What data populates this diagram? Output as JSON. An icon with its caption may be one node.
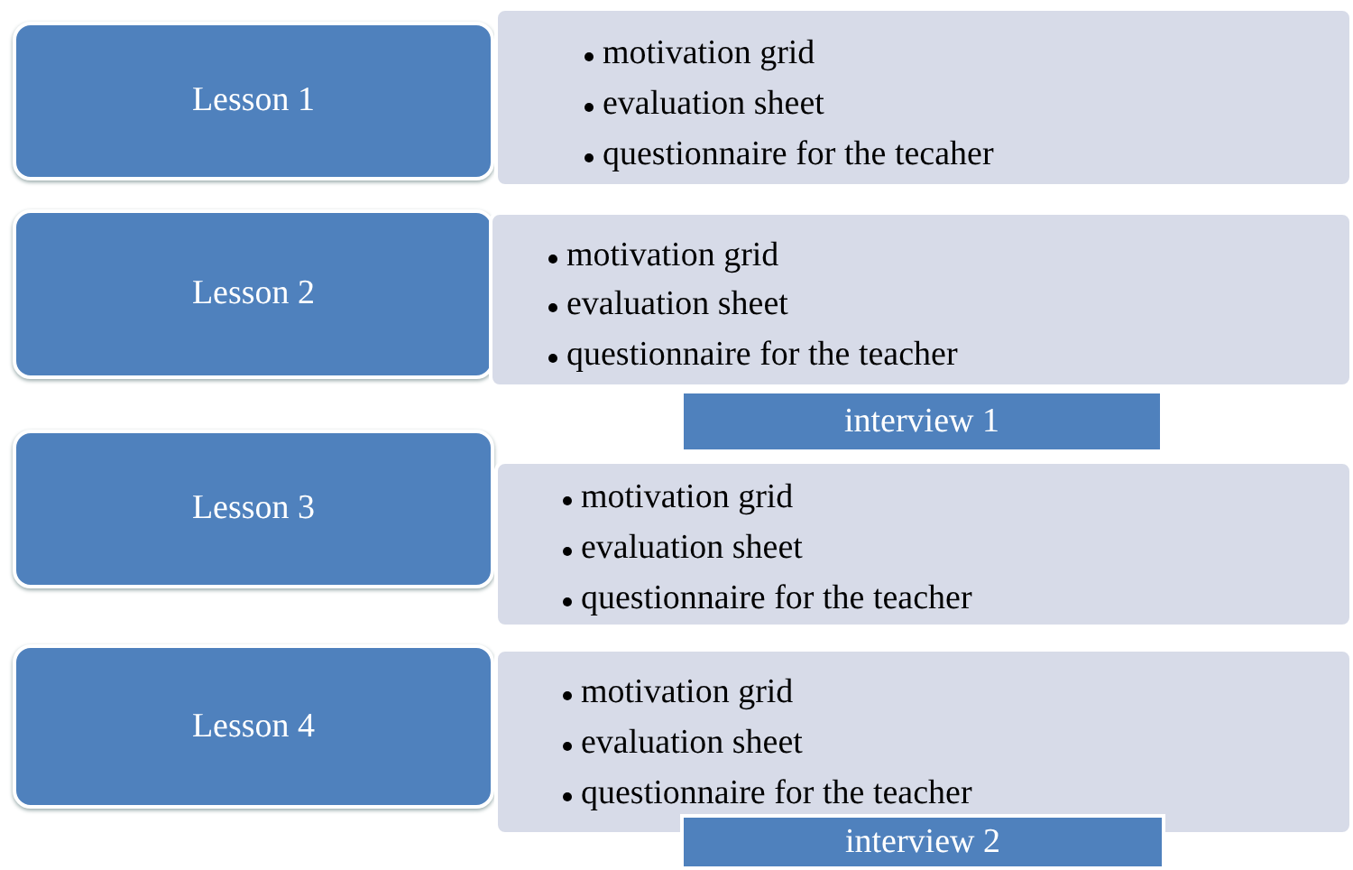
{
  "diagram": {
    "nodes": [
      {
        "text": [
          "Lesson 1"
        ]
      },
      {
        "text": [
          "motivation grid",
          "evaluation sheet",
          "questionnaire for the tecaher"
        ]
      },
      {
        "text": [
          "Lesson 2"
        ]
      },
      {
        "text": [
          "motivation grid",
          "evaluation sheet",
          "questionnaire for the teacher"
        ]
      },
      {
        "text": [
          "interview 1"
        ]
      },
      {
        "text": [
          "Lesson 3"
        ]
      },
      {
        "text": [
          "motivation grid",
          "evaluation sheet",
          "questionnaire for the teacher"
        ]
      },
      {
        "text": [
          "Lesson 4"
        ]
      },
      {
        "text": [
          "motivation grid",
          "evaluation sheet",
          "questionnaire for the teacher"
        ]
      },
      {
        "text": [
          "interview 2"
        ]
      }
    ]
  }
}
